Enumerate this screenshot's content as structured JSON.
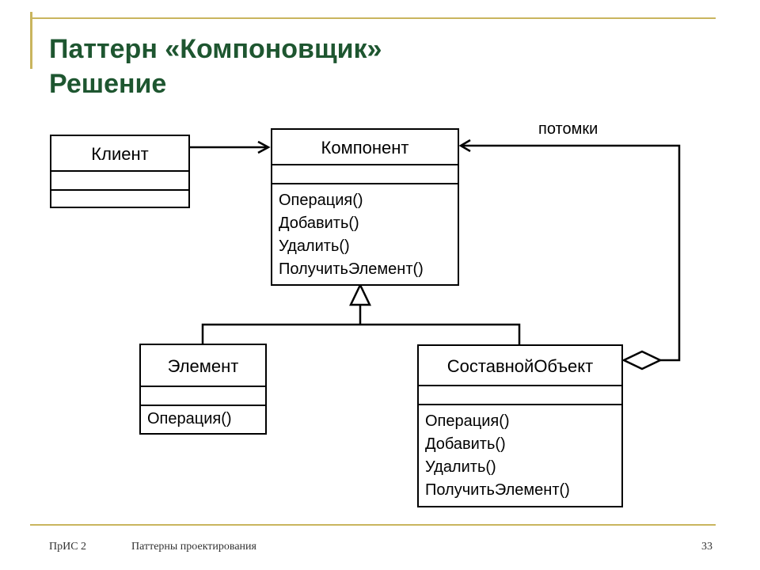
{
  "slide": {
    "title_line1": "Паттерн «Компоновщик»",
    "title_line2": "Решение"
  },
  "diagram": {
    "client": {
      "name": "Клиент"
    },
    "component": {
      "name": "Компонент",
      "ops": [
        "Операция()",
        "Добавить()",
        "Удалить()",
        "ПолучитьЭлемент()"
      ]
    },
    "leaf": {
      "name": "Элемент",
      "ops": [
        "Операция()"
      ]
    },
    "composite": {
      "name": "СоставнойОбъект",
      "ops": [
        "Операция()",
        "Добавить()",
        "Удалить()",
        "ПолучитьЭлемент()"
      ]
    },
    "aggregation_label": "потомки"
  },
  "footer": {
    "left": "ПрИС 2",
    "center": "Паттерны проектирования",
    "page_number": "33"
  },
  "colors": {
    "title": "#1e5630",
    "frame": "#c9b55e"
  }
}
